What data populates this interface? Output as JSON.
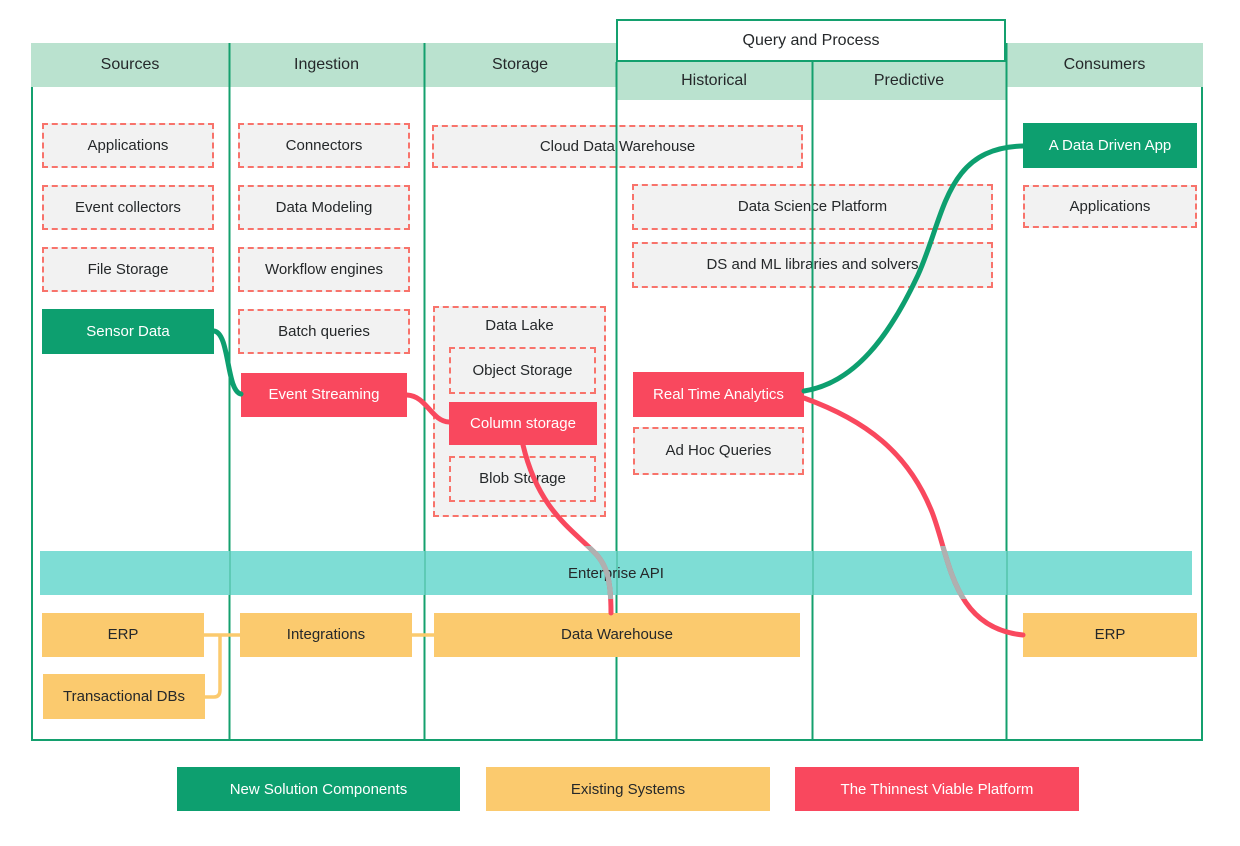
{
  "columns": {
    "sources": "Sources",
    "ingestion": "Ingestion",
    "storage": "Storage",
    "query_and_process": "Query and Process",
    "historical": "Historical",
    "predictive": "Predictive",
    "consumers": "Consumers"
  },
  "boxes": {
    "src_applications": "Applications",
    "src_event_collectors": "Event collectors",
    "src_file_storage": "File Storage",
    "sensor_data": "Sensor Data",
    "connectors": "Connectors",
    "data_modeling": "Data Modeling",
    "workflow_engines": "Workflow engines",
    "batch_queries": "Batch queries",
    "event_streaming": "Event Streaming",
    "cloud_data_warehouse": "Cloud Data Warehouse",
    "data_lake": "Data Lake",
    "object_storage": "Object Storage",
    "column_storage": "Column storage",
    "blob_storage": "Blob Storage",
    "data_science_platform": "Data Science Platform",
    "ds_ml_libraries": "DS and ML libraries and solvers",
    "real_time_analytics": "Real Time Analytics",
    "ad_hoc_queries": "Ad Hoc Queries",
    "a_data_driven_app": "A Data Driven App",
    "cons_applications": "Applications",
    "enterprise_api": "Enterprise API",
    "erp_src": "ERP",
    "transactional_dbs": "Transactional DBs",
    "integrations": "Integrations",
    "data_warehouse": "Data Warehouse",
    "erp_cons": "ERP"
  },
  "legend": {
    "new_solution": "New Solution Components",
    "existing": "Existing Systems",
    "thinnest": "The Thinnest Viable Platform"
  },
  "colors": {
    "green_solid": "#0d9f6f",
    "green_line": "#14a06e",
    "band_green": "#bae2cf",
    "red_solid": "#f9485e",
    "dashed_border": "#f8736b",
    "box_fill": "#f2f2f2",
    "yellow": "#fbca6e",
    "teal": "#7eddd5",
    "gray_line": "#b0b0b0",
    "text_dark": "#25282a"
  }
}
